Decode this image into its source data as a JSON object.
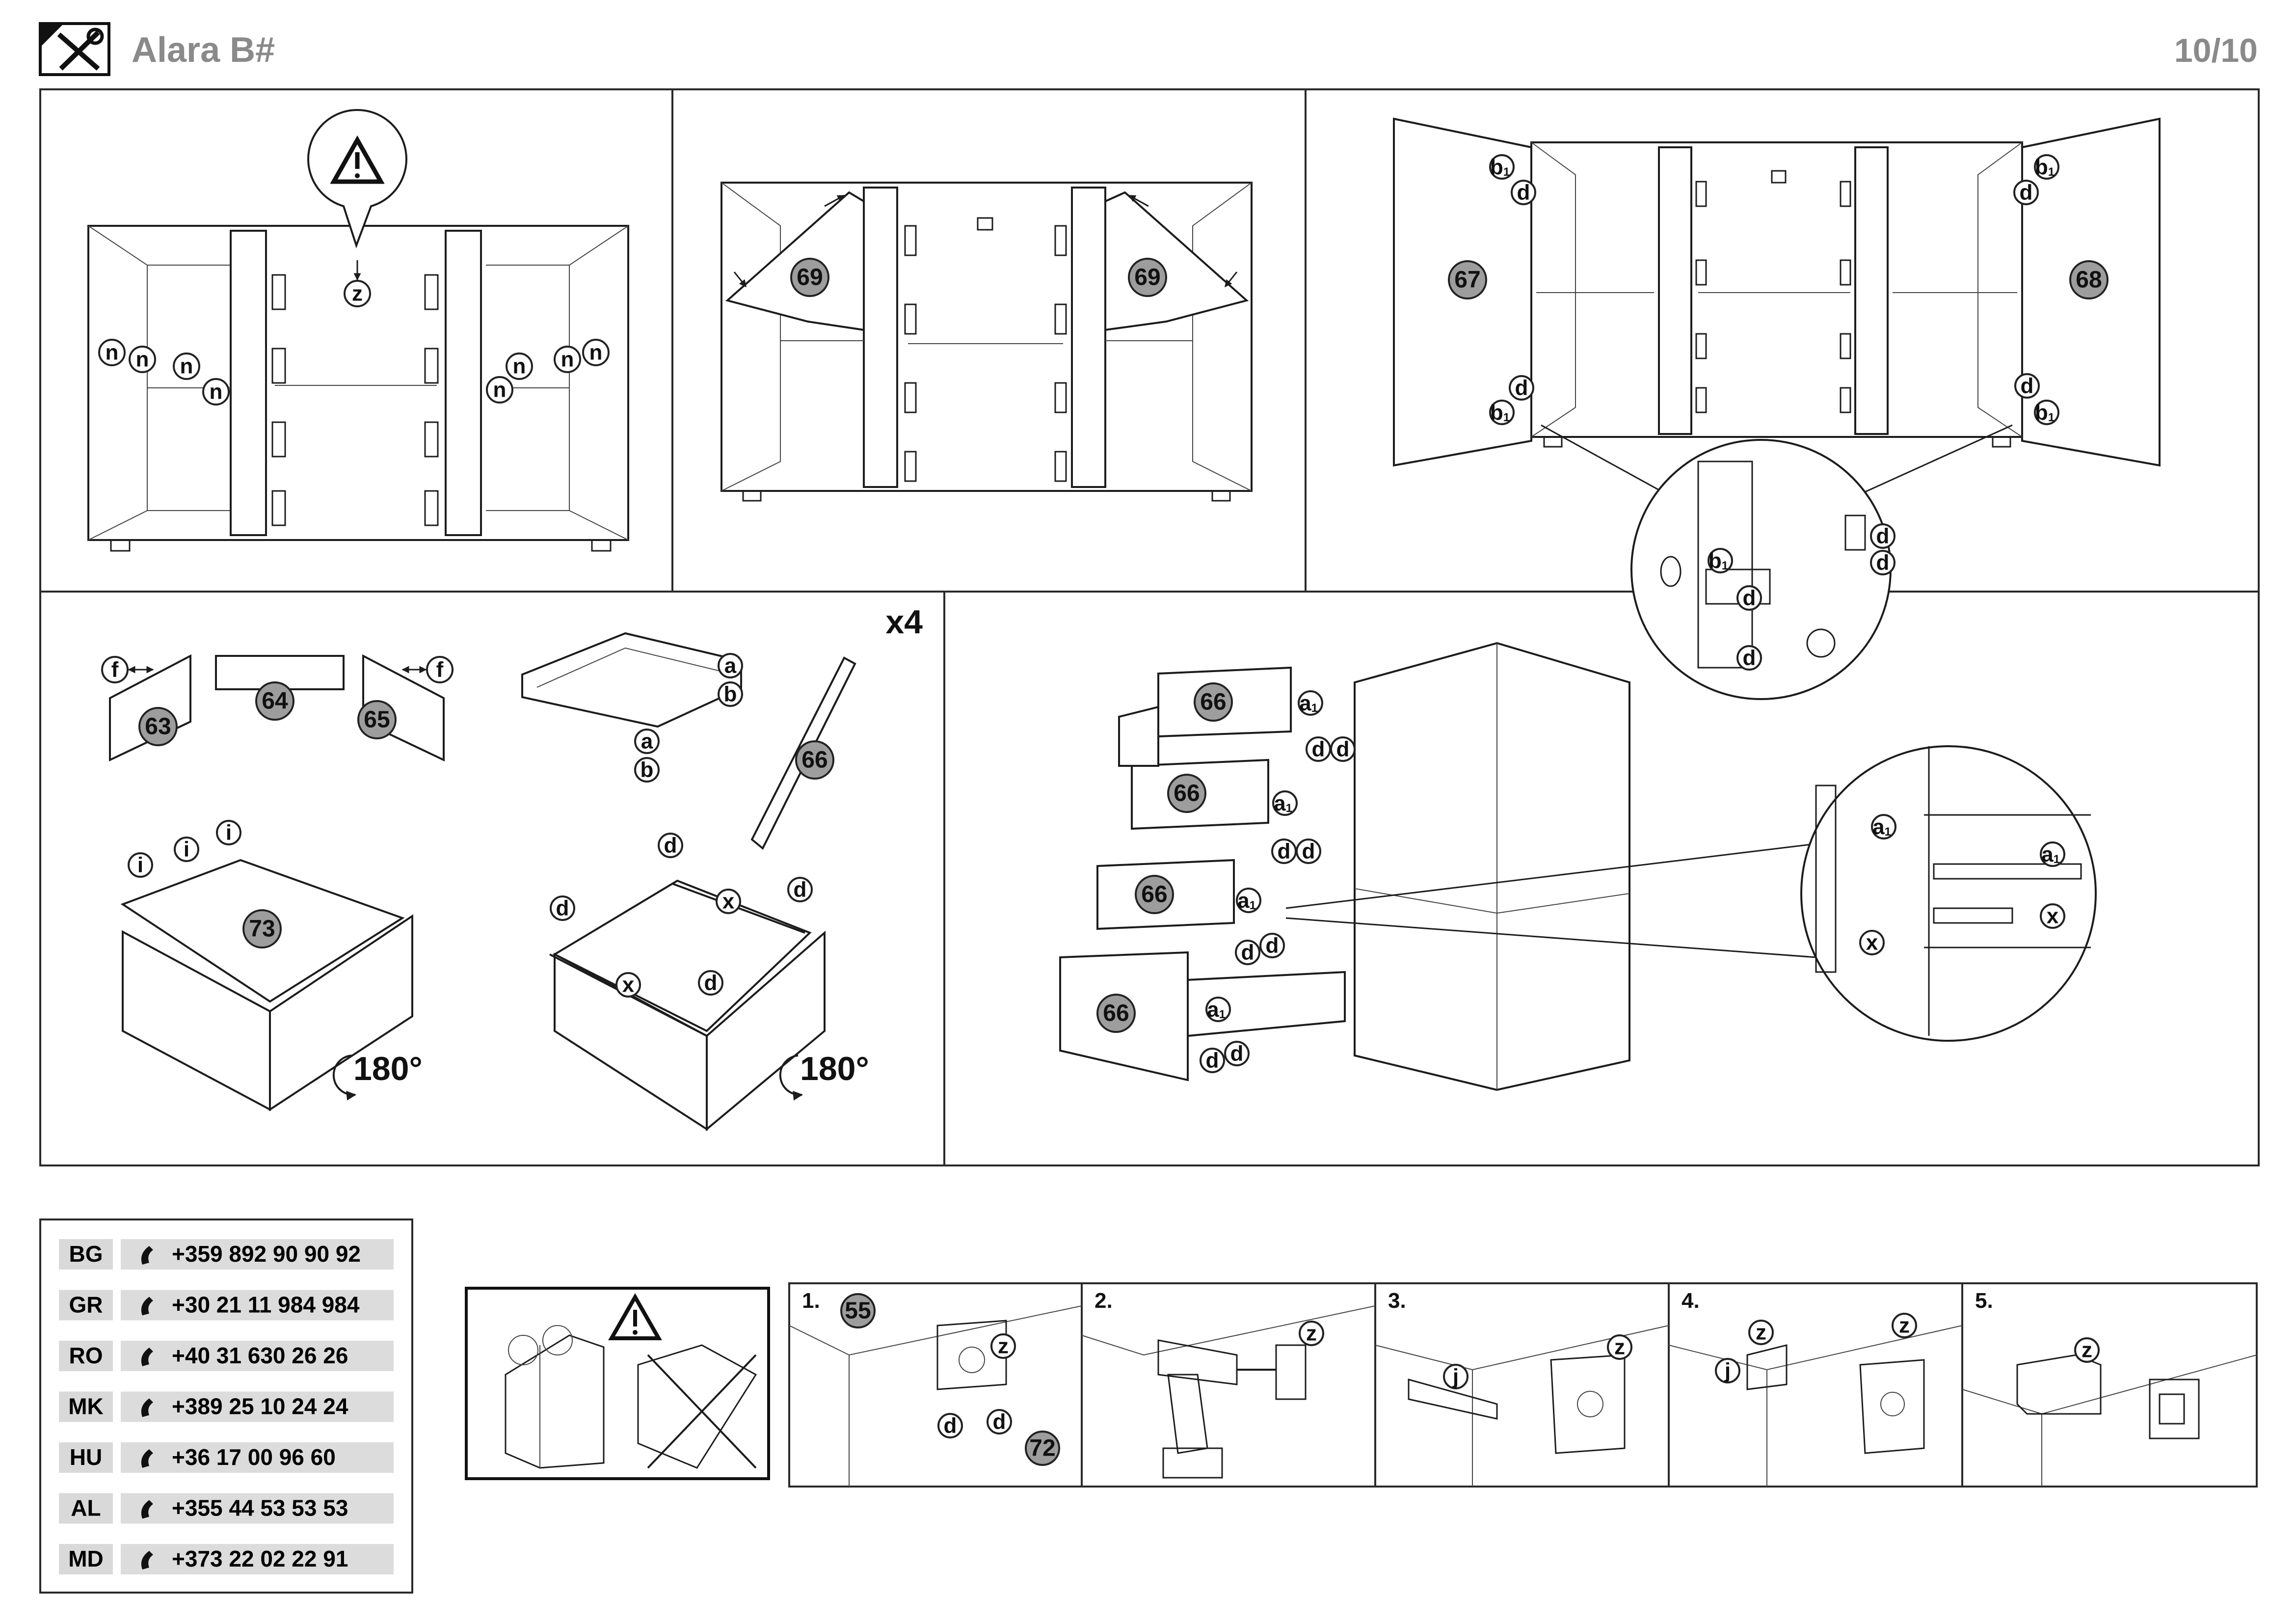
{
  "header": {
    "title": "Alara B#",
    "page": "10/10"
  },
  "panel1": {
    "warning_tag": "z",
    "tags": [
      "n",
      "n",
      "n",
      "n",
      "n",
      "n",
      "n",
      "n"
    ]
  },
  "panel2": {
    "parts": [
      "69",
      "69"
    ]
  },
  "panel3": {
    "parts": [
      "67",
      "68"
    ],
    "tags": {
      "b1": "b",
      "b1_sub": "1",
      "d": "d"
    }
  },
  "panel4": {
    "multiplier": "x4",
    "parts": {
      "p63": "63",
      "p64": "64",
      "p65": "65",
      "p66": "66",
      "p73": "73"
    },
    "tags": {
      "f": "f",
      "a": "a",
      "b": "b",
      "i": "i",
      "d": "d",
      "x": "x"
    },
    "rotation": "180°"
  },
  "panel5": {
    "parts": [
      "66",
      "66",
      "66",
      "66"
    ],
    "tags": {
      "a1": "a",
      "a1_sub": "1",
      "d": "d",
      "x": "x"
    }
  },
  "phones": [
    {
      "country": "BG",
      "number": "+359 892 90 90 92"
    },
    {
      "country": "GR",
      "number": "+30 21 11 984 984"
    },
    {
      "country": "RO",
      "number": "+40 31 630 26 26"
    },
    {
      "country": "MK",
      "number": "+389 25 10 24 24"
    },
    {
      "country": "HU",
      "number": "+36 17 00 96 60"
    },
    {
      "country": "AL",
      "number": "+355 44 53 53 53"
    },
    {
      "country": "MD",
      "number": "+373 22 02 22 91"
    }
  ],
  "steps": [
    {
      "number": "1.",
      "parts": [
        "55",
        "72"
      ],
      "tags": [
        "z",
        "d",
        "d"
      ]
    },
    {
      "number": "2.",
      "tags": [
        "z"
      ]
    },
    {
      "number": "3.",
      "tags": [
        "j",
        "z"
      ]
    },
    {
      "number": "4.",
      "tags": [
        "j",
        "z",
        "z"
      ]
    },
    {
      "number": "5.",
      "tags": [
        "z"
      ]
    }
  ],
  "colors": {
    "part_fill": "#9d9d9d",
    "line": "#1c1c1c",
    "header_text": "#8a8a8a"
  },
  "icons": [
    "tools-icon",
    "warning-icon",
    "phone-icon"
  ]
}
